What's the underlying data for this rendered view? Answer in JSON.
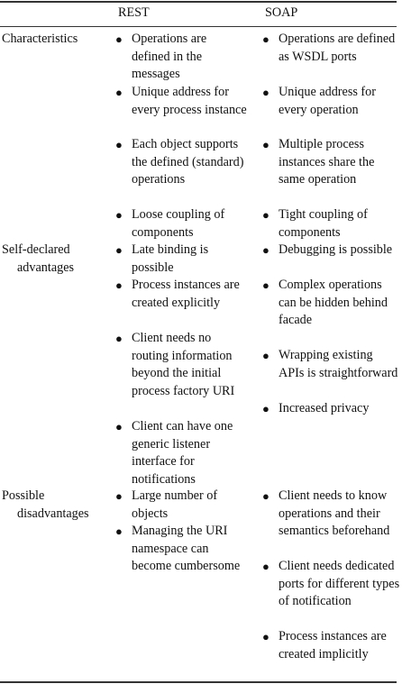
{
  "headers": {
    "rest": "REST",
    "soap": "SOAP"
  },
  "rows": {
    "characteristics": {
      "label": "Characteristics",
      "rest": [
        "Operations are defined in the messages",
        "Unique address for every process instance",
        "Each object supports the defined (standard) operations",
        "Loose coupling of components"
      ],
      "soap": [
        "Operations are defined as WSDL ports",
        "Unique address for every operation",
        "Multiple process instances share the same operation",
        "Tight coupling of components"
      ]
    },
    "advantages": {
      "label_line1": "Self-declared",
      "label_line2": "advantages",
      "rest": [
        "Late binding is possible",
        "Process instances are created explicitly",
        "Client needs no routing information beyond the initial process factory URI",
        "Client can have one generic listener interface for notifications"
      ],
      "soap": [
        "Debugging is possible",
        "Complex operations can be hidden behind facade",
        "Wrapping existing APIs is straightforward",
        "Increased privacy"
      ]
    },
    "disadvantages": {
      "label_line1": "Possible",
      "label_line2": "disadvantages",
      "rest": [
        "Large number of objects",
        "Managing the URI namespace can become cumbersome"
      ],
      "soap": [
        "Client needs to know operations and their semantics beforehand",
        "Client needs dedicated ports for different types of notification",
        "Process instances are created implicitly"
      ]
    }
  }
}
